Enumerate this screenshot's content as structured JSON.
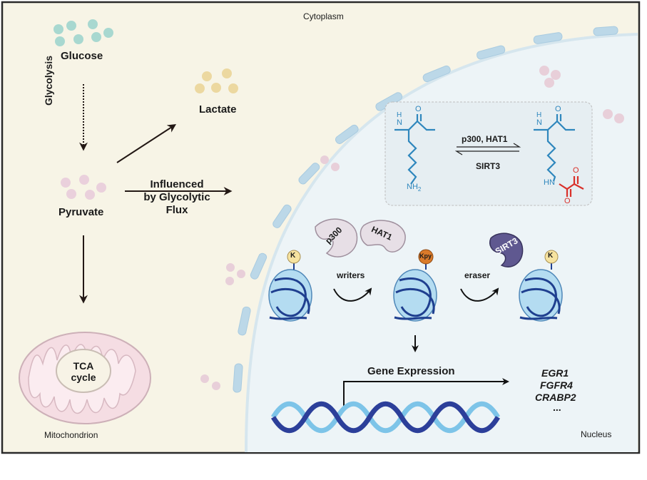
{
  "regions": {
    "cytoplasm": "Cytoplasm",
    "nucleus": "Nucleus",
    "mitochondrion": "Mitochondrion"
  },
  "metabolites": {
    "glucose": "Glucose",
    "glycolysis": "Glycolysis",
    "pyruvate": "Pyruvate",
    "lactate": "Lactate",
    "tca_line1": "TCA",
    "tca_line2": "cycle"
  },
  "influence": {
    "line1": "Influenced",
    "line2": "by Glycolytic",
    "line3": "Flux"
  },
  "reaction": {
    "forward": "p300, HAT1",
    "reverse": "SIRT3",
    "left_amine_top": "H",
    "left_amine_n": "N",
    "left_oxygen": "O",
    "left_nh2": "NH",
    "left_nh2_sub": "2",
    "right_amine_top": "H",
    "right_amine_n": "N",
    "right_oxygen": "O",
    "right_hn": "HN",
    "right_o1": "O",
    "right_o2": "O"
  },
  "enzymes": {
    "p300": "p300",
    "hat1": "HAT1",
    "sirt3": "SIRT3"
  },
  "marks": {
    "k_left": "K",
    "kpy": "Kpy",
    "k_right": "K"
  },
  "steps": {
    "writers": "writers",
    "eraser": "eraser"
  },
  "gene_expression": "Gene Expression",
  "genes": [
    "EGR1",
    "FGFR4",
    "CRABP2",
    "..."
  ],
  "colors": {
    "cytoplasm_bg": "#f7f4e6",
    "nucleus_bg": "#edf4f7",
    "nuclear_pore": "#bcd8e8",
    "glucose_dots": "#a8d8d0",
    "lactate_dots": "#ecd8a0",
    "pyruvate_dots": "#ead0dc",
    "lysine_blue": "#2f87bd",
    "pyruvyl_red": "#d9302a",
    "k_mark": "#f6e3a0",
    "kpy_mark": "#d97a2a",
    "enzyme_fill": "#e7dfe6",
    "sirt3_fill": "#5f5890",
    "histone_dark": "#1f3f8f",
    "histone_light": "#b4dcf1",
    "dna_dark": "#2c3f9a",
    "dna_light": "#7dc4e8",
    "mito_fill": "#f5dde3"
  }
}
